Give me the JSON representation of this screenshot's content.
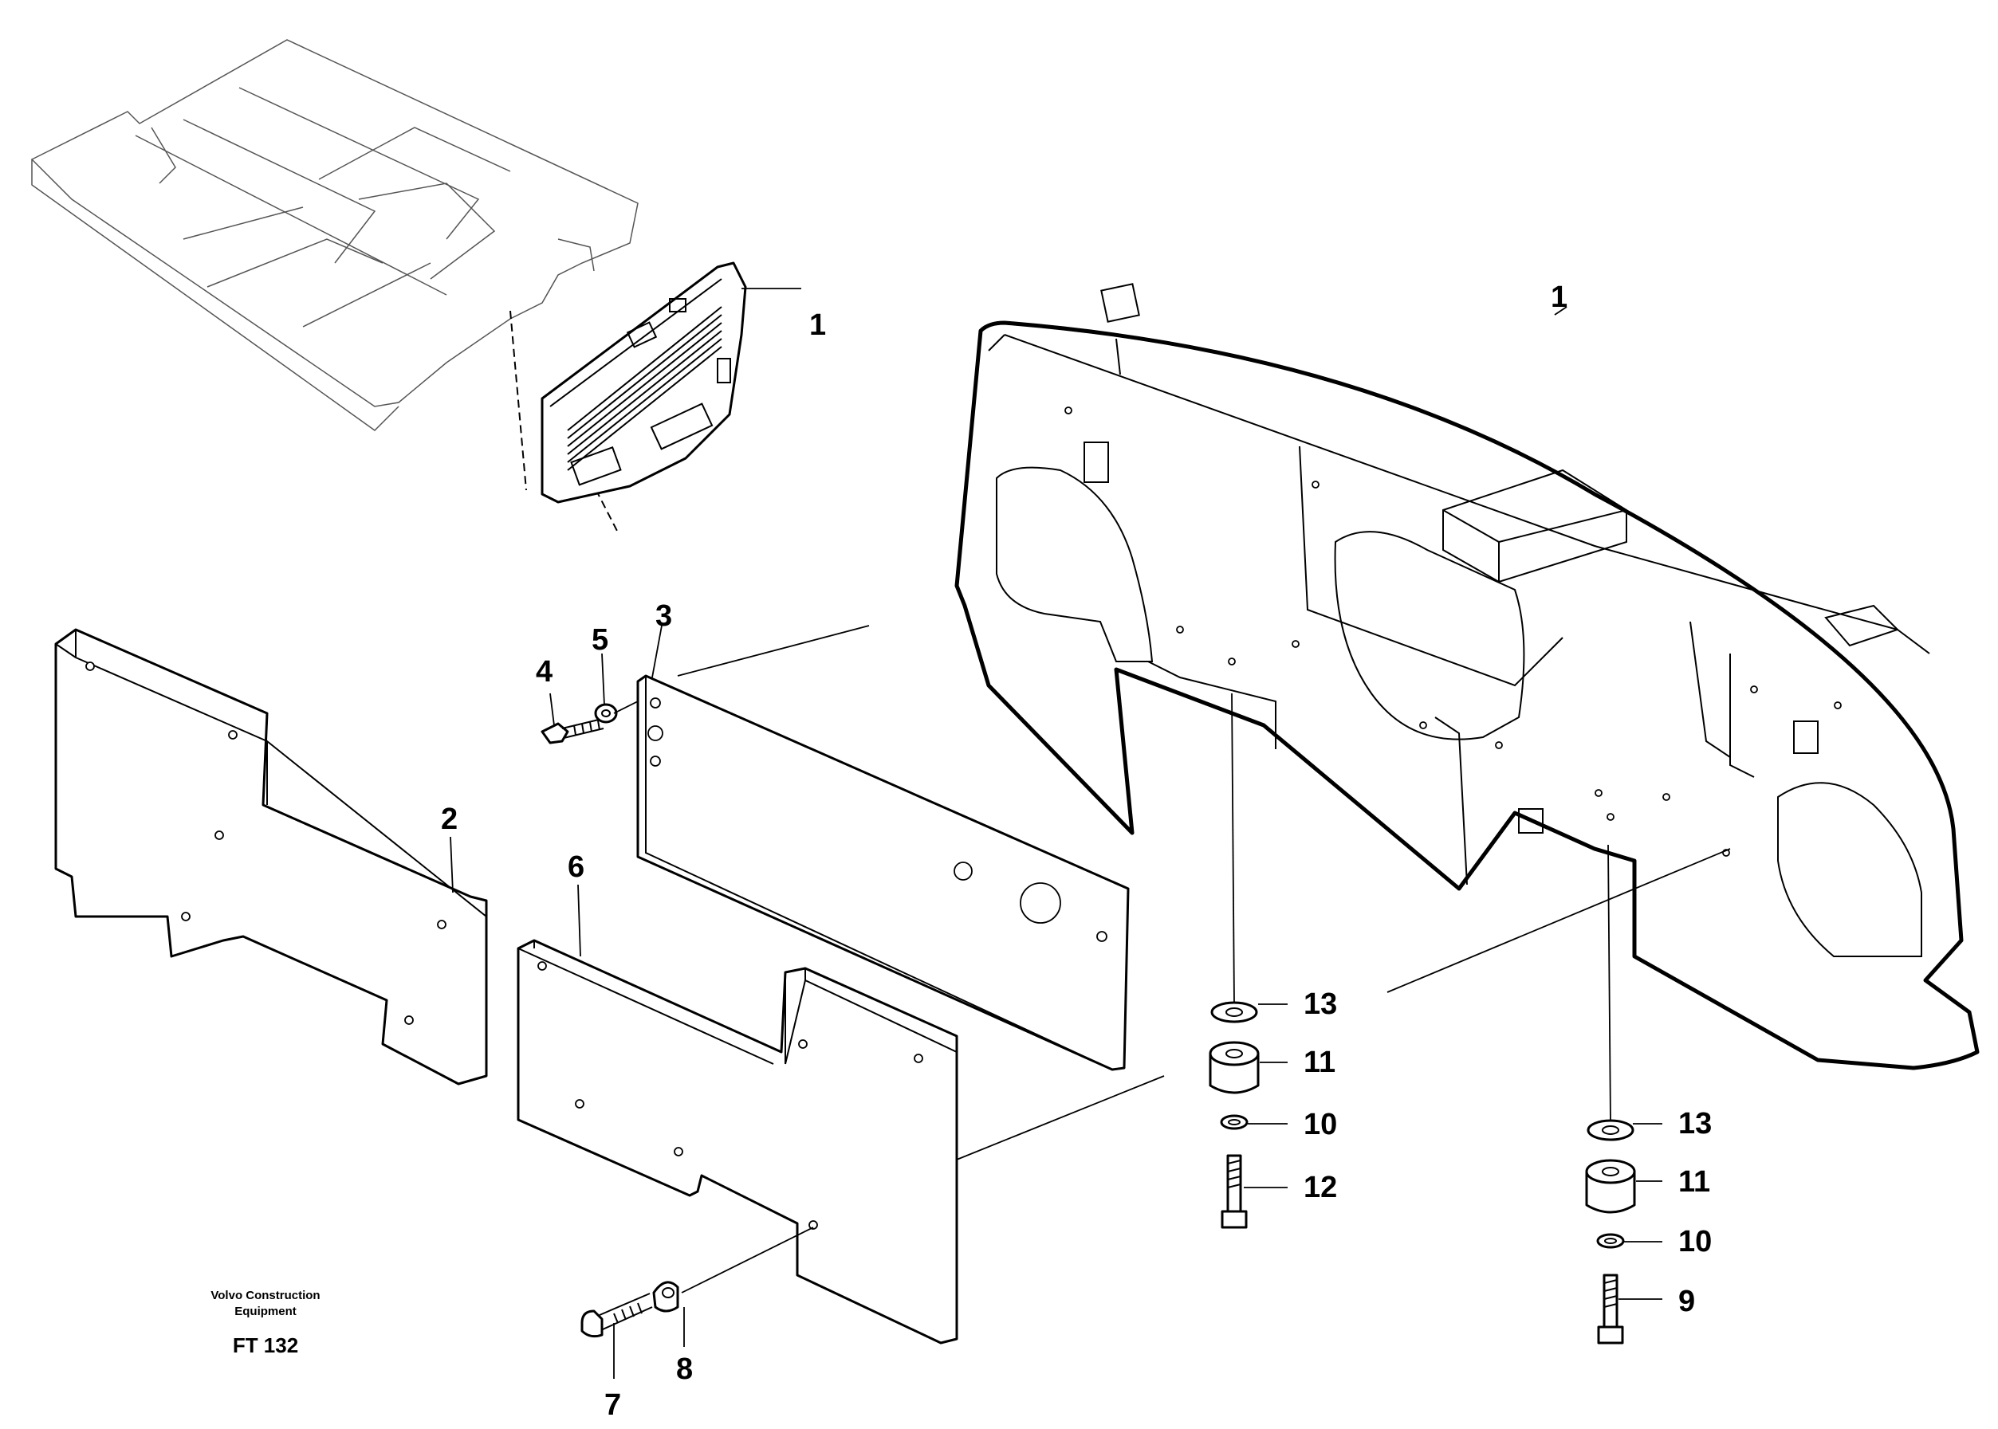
{
  "diagram": {
    "callouts": [
      {
        "id": "c1a",
        "label": "1"
      },
      {
        "id": "c1b",
        "label": "1"
      },
      {
        "id": "c2",
        "label": "2"
      },
      {
        "id": "c3",
        "label": "3"
      },
      {
        "id": "c4",
        "label": "4"
      },
      {
        "id": "c5",
        "label": "5"
      },
      {
        "id": "c6",
        "label": "6"
      },
      {
        "id": "c7",
        "label": "7"
      },
      {
        "id": "c8",
        "label": "8"
      },
      {
        "id": "c9",
        "label": "9"
      },
      {
        "id": "c10a",
        "label": "10"
      },
      {
        "id": "c10b",
        "label": "10"
      },
      {
        "id": "c11a",
        "label": "11"
      },
      {
        "id": "c11b",
        "label": "11"
      },
      {
        "id": "c12",
        "label": "12"
      },
      {
        "id": "c13a",
        "label": "13"
      },
      {
        "id": "c13b",
        "label": "13"
      }
    ],
    "credit": {
      "line1": "Volvo Construction",
      "line2": "Equipment"
    },
    "figure_code": "FT 132"
  }
}
